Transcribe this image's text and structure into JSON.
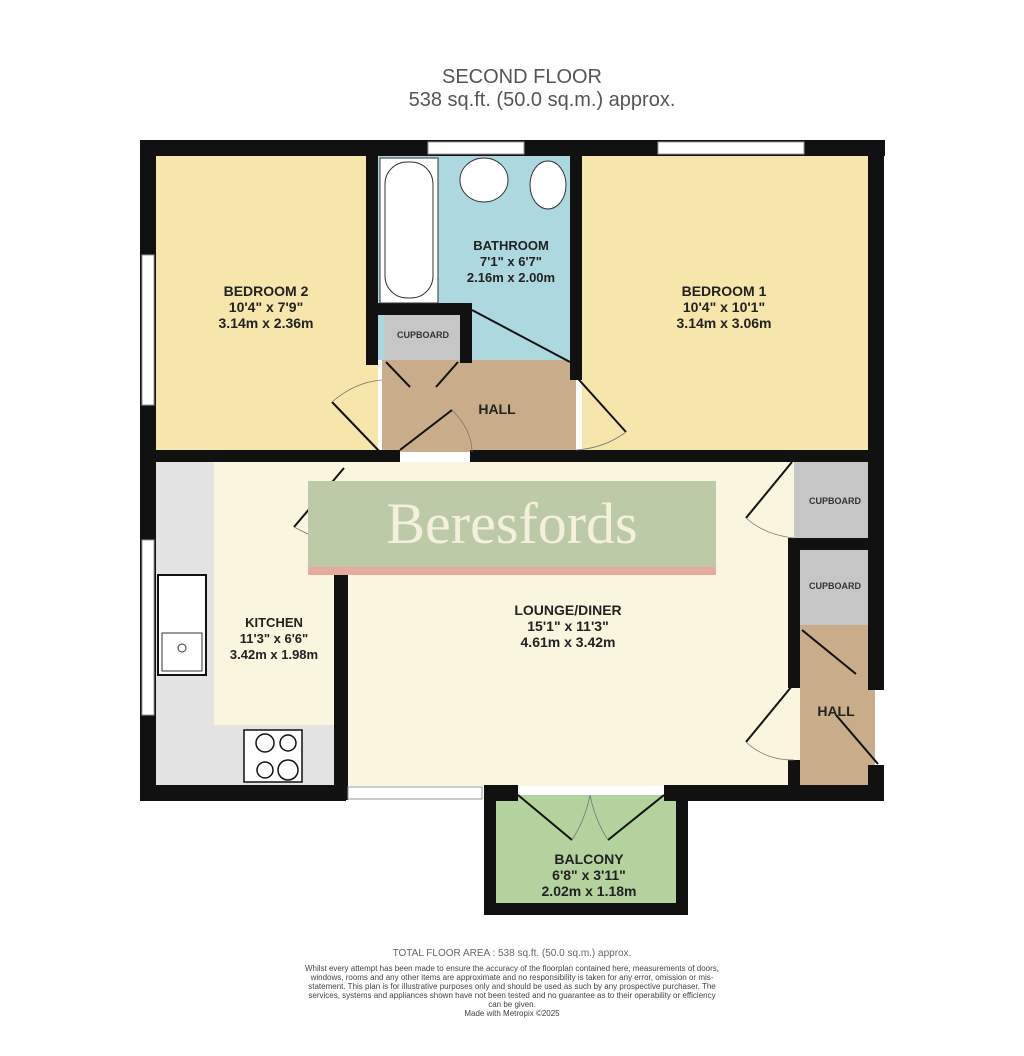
{
  "header": {
    "floor": "SECOND FLOOR",
    "area": "538 sq.ft. (50.0 sq.m.) approx."
  },
  "rooms": {
    "bedroom2": {
      "name": "BEDROOM 2",
      "imperial": "10'4\"  x 7'9\"",
      "metric": "3.14m  x 2.36m",
      "color": "#f7e6ab"
    },
    "bathroom": {
      "name": "BATHROOM",
      "imperial": "7'1\"  x 6'7\"",
      "metric": "2.16m  x 2.00m",
      "color": "#add8e0"
    },
    "bedroom1": {
      "name": "BEDROOM 1",
      "imperial": "10'4\"  x 10'1\"",
      "metric": "3.14m  x 3.06m",
      "color": "#f7e6ab"
    },
    "hall_top": {
      "name": "HALL",
      "color": "#c9ad8a"
    },
    "cupboard_top": {
      "name": "CUPBOARD",
      "color": "#c6c6c6"
    },
    "kitchen": {
      "name": "KITCHEN",
      "imperial": "11'3\"  x 6'6\"",
      "metric": "3.42m  x 1.98m",
      "color": "#faf5df"
    },
    "lounge": {
      "name": "LOUNGE/DINER",
      "imperial": "15'1\"  x 11'3\"",
      "metric": "4.61m  x 3.42m",
      "color": "#faf5df"
    },
    "cupboard_r1": {
      "name": "CUPBOARD"
    },
    "cupboard_r2": {
      "name": "CUPBOARD"
    },
    "hall_right": {
      "name": "HALL"
    },
    "balcony": {
      "name": "BALCONY",
      "imperial": "6'8\"  x 3'11\"",
      "metric": "2.02m  x 1.18m",
      "color": "#b3d29e"
    }
  },
  "watermark": {
    "text": "Beresfords"
  },
  "footer": {
    "total": "TOTAL FLOOR AREA : 538 sq.ft. (50.0 sq.m.) approx.",
    "disclaimer": "Whilst every attempt has been made to ensure the accuracy of the floorplan contained here, measurements of doors, windows, rooms and any other items are approximate and no responsibility is taken for any error, omission or mis-statement. This plan is for illustrative purposes only and should be used as such by any prospective purchaser. The services, systems and appliances shown have not been tested and no guarantee as to their operability or efficiency can be given.",
    "made_with": "Made with Metropix ©2025"
  }
}
